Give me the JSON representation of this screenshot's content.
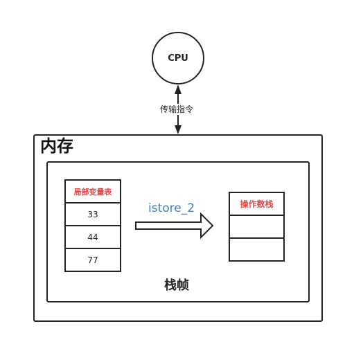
{
  "cpu": {
    "label": "CPU"
  },
  "link": {
    "label": "传输指令"
  },
  "memory": {
    "label": "内存"
  },
  "stack_frame": {
    "label": "栈帧",
    "local_variable_table": {
      "header": "局部变量表",
      "values": [
        "33",
        "44",
        "77"
      ]
    },
    "operand_stack": {
      "header": "操作数栈",
      "empty_slots": 2
    },
    "instruction": "istore_2"
  },
  "colors": {
    "header_red": "#e24a4a",
    "instruction_blue": "#3a7fd5",
    "stroke": "#222222"
  }
}
